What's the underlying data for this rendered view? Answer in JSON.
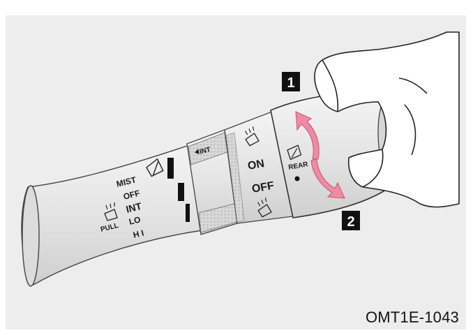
{
  "stalk": {
    "wiper_modes": [
      "MIST",
      "OFF",
      "INT",
      "LO",
      "H I"
    ],
    "pull_label": "PULL",
    "int_label": "INT",
    "rear_modes": [
      "ON",
      "OFF"
    ],
    "rear_label": "REAR"
  },
  "callouts": [
    "1",
    "2"
  ],
  "figure_code": "OMT1E-1043",
  "colors": {
    "arrow": "#f08aa4",
    "callout_box": "#111111",
    "stalk": "#e2e2e2",
    "background": "#ededed"
  },
  "icons": [
    "front-wiper-icon",
    "washer-spray-icon",
    "rear-wiper-icon",
    "rear-washer-icon",
    "hand-icon"
  ]
}
